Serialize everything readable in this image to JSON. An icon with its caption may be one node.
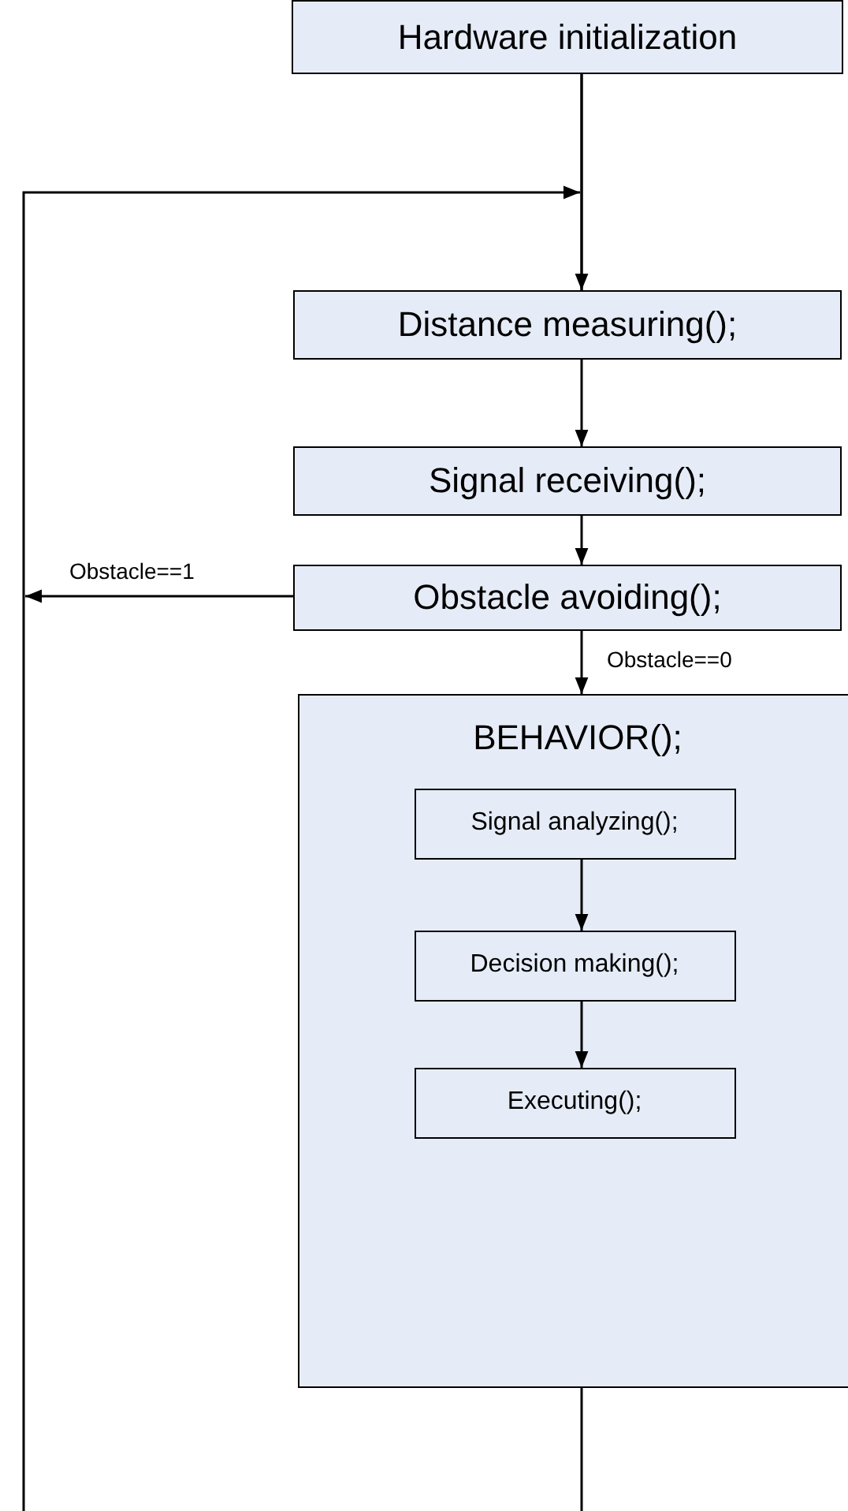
{
  "diagram": {
    "nodes": [
      {
        "text": [
          "Hardware initialization"
        ]
      },
      {
        "text": [
          "Distance measuring();"
        ]
      },
      {
        "text": [
          "Signal receiving();"
        ]
      },
      {
        "text": [
          "Obstacle avoiding();"
        ]
      },
      {
        "text": [
          "BEHAVIOR();"
        ]
      },
      {
        "text": [
          "Signal analyzing();"
        ],
        "in": 4
      },
      {
        "text": [
          "Decision making();"
        ],
        "in": 4
      },
      {
        "text": [
          "Executing();"
        ],
        "in": 4
      }
    ],
    "edges": [
      {
        "from": 0,
        "to": 1,
        "arrow": "to"
      },
      {
        "from": null,
        "to": 1,
        "arrow": "to"
      },
      {
        "from": 1,
        "to": 2,
        "arrow": "to"
      },
      {
        "from": 2,
        "to": 3,
        "arrow": "to"
      },
      {
        "from": 3,
        "to": null,
        "label": "Obstacle==1",
        "arrow": "to"
      },
      {
        "from": 3,
        "to": 4,
        "label": "Obstacle==0",
        "arrow": "to"
      },
      {
        "from": 5,
        "to": 6,
        "arrow": "to"
      },
      {
        "from": 6,
        "to": 7,
        "arrow": "to"
      },
      {
        "from": 4,
        "to": null,
        "arrow": "none"
      }
    ]
  }
}
